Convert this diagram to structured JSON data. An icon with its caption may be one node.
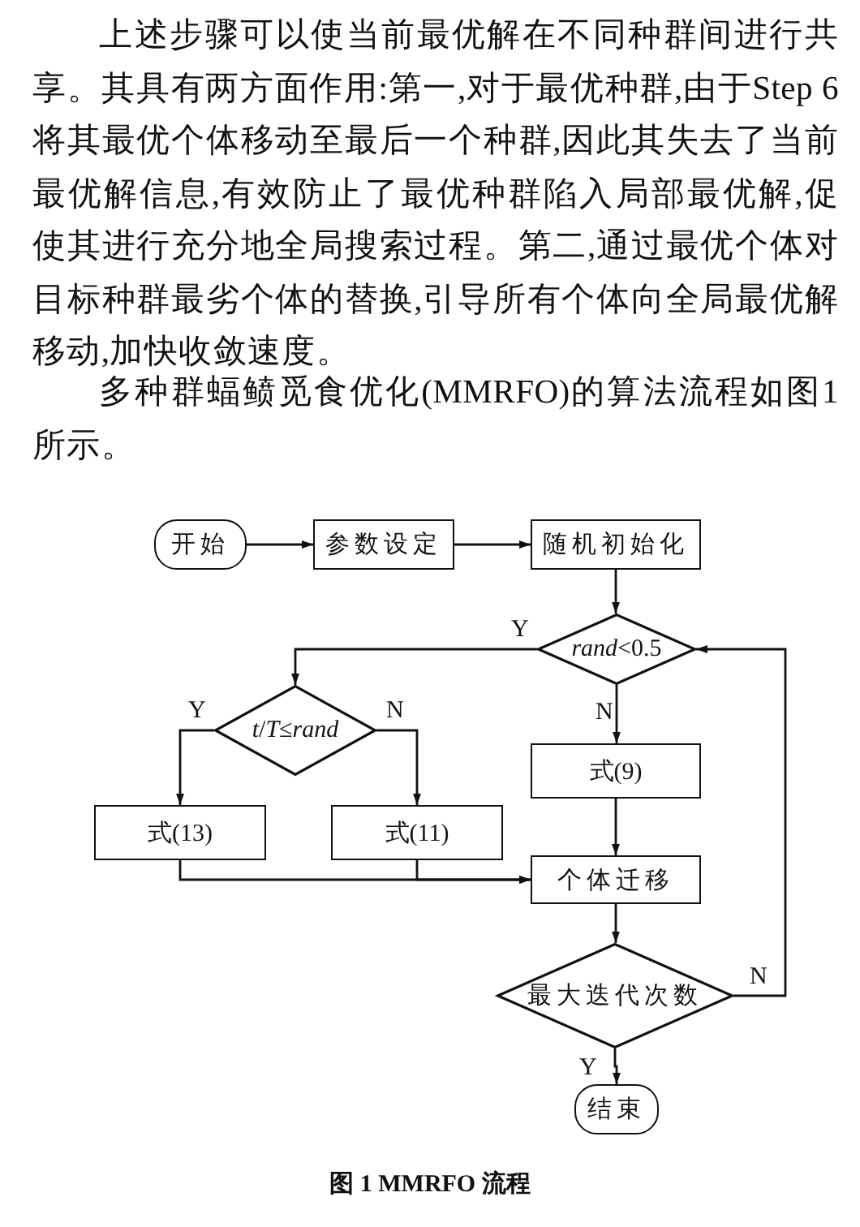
{
  "diagram": {
    "caption": "图 1 MMRFO 流程",
    "nodes": [
      {
        "text": [
          "开始"
        ]
      },
      {
        "text": [
          "参数设定"
        ]
      },
      {
        "text": [
          "随机初始化"
        ]
      },
      {
        "text": [
          "*rand*<0.5"
        ]
      },
      {
        "text": [
          "*t*/*T*≤*rand*"
        ]
      },
      {
        "text": [
          "式(13)"
        ]
      },
      {
        "text": [
          "式(11)"
        ]
      },
      {
        "text": [
          "式(9)"
        ]
      },
      {
        "text": [
          "个体迁移"
        ]
      },
      {
        "text": [
          "最大迭代次数"
        ]
      },
      {
        "text": [
          "结束"
        ]
      }
    ],
    "edges": [
      {
        "from": 0,
        "to": 1,
        "arrow": "to"
      },
      {
        "from": 1,
        "to": 2,
        "arrow": "to"
      },
      {
        "from": 2,
        "to": 3,
        "arrow": "to"
      },
      {
        "from": 3,
        "to": 4,
        "arrow": "to",
        "label": "Y"
      },
      {
        "from": 3,
        "to": 7,
        "arrow": "to",
        "label": "N"
      },
      {
        "from": 4,
        "to": 5,
        "arrow": "to",
        "label": "Y"
      },
      {
        "from": 4,
        "to": 6,
        "arrow": "to",
        "label": "N"
      },
      {
        "from": 7,
        "to": 8,
        "arrow": "to"
      },
      {
        "from": 5,
        "to": 8,
        "arrow": "to"
      },
      {
        "from": 6,
        "to": 8,
        "arrow": "to"
      },
      {
        "from": 8,
        "to": 9,
        "arrow": "to"
      },
      {
        "from": 9,
        "to": 3,
        "arrow": "to",
        "label": "N"
      },
      {
        "from": 9,
        "to": 10,
        "arrow": "to",
        "label": "Y"
      }
    ],
    "labels": [
      "上述步骤可以使当前最优解在不同种群间进行共享。其具有两方面作用:第一,对于最优种群,由于Step 6 将其最优个体移动至最后一个种群,因此其失去了当前最优解信息,有效防止了最优种群陷入局部最优解,促使其进行充分地全局搜索过程。第二,通过最优个体对目标种群最劣个体的替换,引导所有个体向全局最优解移动,加快收敛速度。",
      "多种群蝠鲼觅食优化(MMRFO)的算法流程如图1所示。"
    ]
  }
}
